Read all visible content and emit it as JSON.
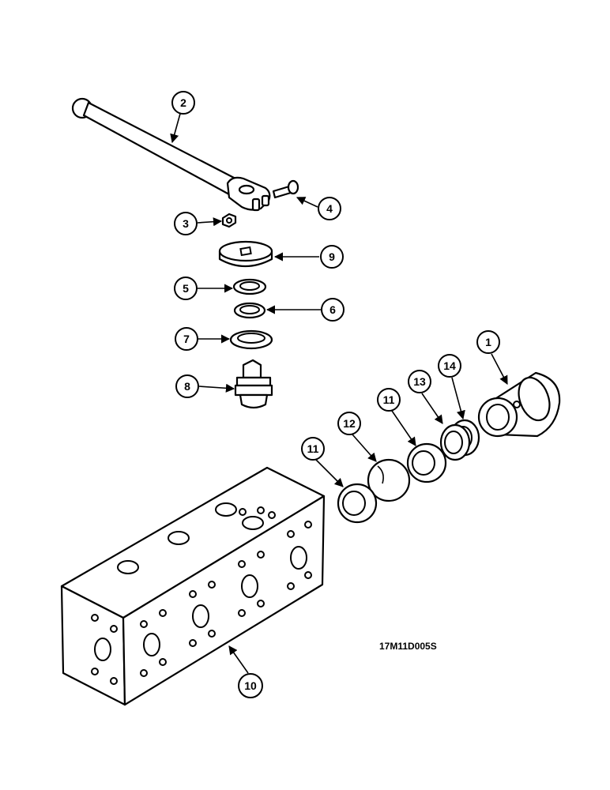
{
  "callouts": {
    "c1": "1",
    "c2": "2",
    "c3": "3",
    "c4": "4",
    "c5": "5",
    "c6": "6",
    "c7": "7",
    "c8": "8",
    "c9": "9",
    "c10": "10",
    "c11a": "11",
    "c11b": "11",
    "c12": "12",
    "c13": "13",
    "c14": "14"
  },
  "drawing_code": "17M11D005S"
}
